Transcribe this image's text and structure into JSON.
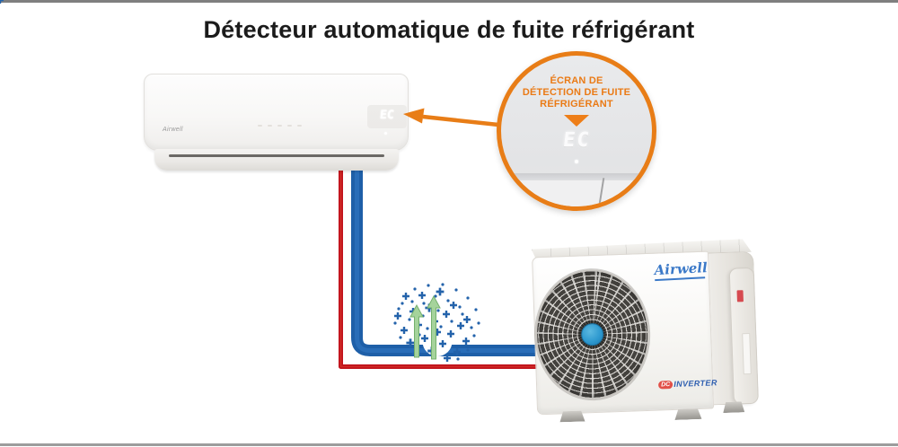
{
  "page": {
    "title": "Détecteur automatique de fuite réfrigérant"
  },
  "callout": {
    "label_line1": "ÉCRAN DE",
    "label_line2": "DÉTECTION DE FUITE",
    "label_line3": "RÉFRIGÉRANT",
    "display_code": "EC"
  },
  "indoor_unit": {
    "brand": "Airwell",
    "display_code": "EC"
  },
  "outdoor_unit": {
    "brand": "Airwell",
    "inverter_badge_dc": "DC",
    "inverter_badge_text": "INVERTER"
  },
  "colors": {
    "accent_orange": "#E87D17",
    "pipe_blue": "#1E5FA8",
    "pipe_red": "#C1121C",
    "leak_sparkle_blue": "#2463AB",
    "leak_arrow_green": "#9ccb90",
    "brand_blue": "#3B79C8",
    "fan_hub_blue": "#2F9AD0"
  }
}
